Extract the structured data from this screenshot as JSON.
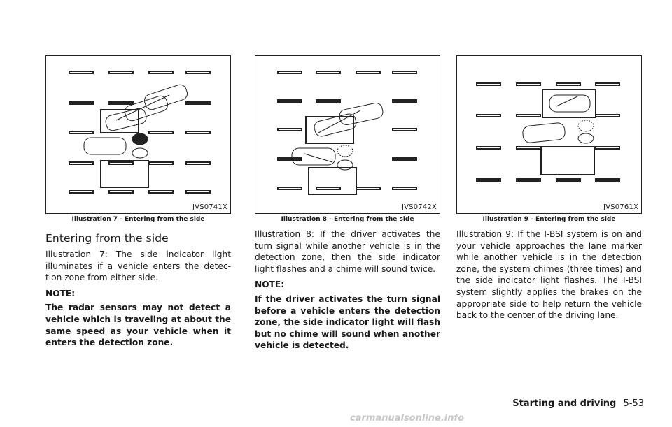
{
  "figures": [
    {
      "code": "JVS0741X",
      "caption": "Illustration 7 - Entering from the side"
    },
    {
      "code": "JVS0742X",
      "caption": "Illustration 8 - Entering from the side"
    },
    {
      "code": "JVS0761X",
      "caption": "Illustration 9 - Entering from the side"
    }
  ],
  "col1": {
    "heading": "Entering from the side",
    "para1": "Illustration 7: The side indicator light illuminates if a vehicle enters the detec-tion zone from either side.",
    "note_label": "NOTE:",
    "note_text": "The radar sensors may not detect a vehicle which is traveling at about the same speed as your vehicle when it enters the detection zone."
  },
  "col2": {
    "para1": "Illustration 8: If the driver activates the turn signal while another vehicle is in the detection zone, then the side indicator light flashes and a chime will sound twice.",
    "note_label": "NOTE:",
    "note_text": "If the driver activates the turn signal before a vehicle enters the detection zone, the side indicator light will flash but no chime will sound when another vehicle is detected."
  },
  "col3": {
    "para1": "Illustration 9: If the I-BSI system is on and your vehicle approaches the lane marker while another vehicle is in the detection zone, the system chimes (three times) and the side indicator light flashes. The I-BSI system slightly applies the brakes on the appropriate side to help return the vehicle back to the center of the driving lane."
  },
  "footer": {
    "section": "Starting and driving",
    "page": "5-53"
  },
  "watermark": "carmanualsonline.info"
}
